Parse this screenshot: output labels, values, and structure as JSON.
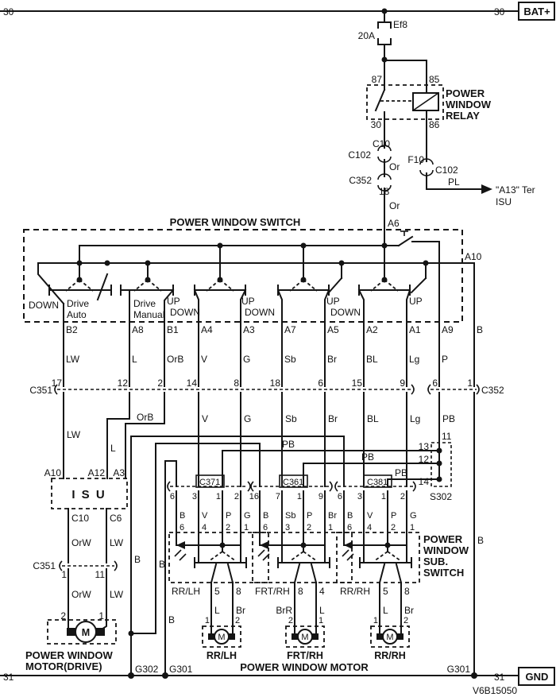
{
  "power": {
    "left30": "30",
    "right30": "30",
    "bat": "BAT+"
  },
  "fuse": {
    "name": "Ef8",
    "rating": "20A"
  },
  "relay": {
    "pin87": "87",
    "pin85": "85",
    "pin30": "30",
    "pin86": "86",
    "l1": "POWER",
    "l2": "WINDOW",
    "l3": "RELAY"
  },
  "feed": {
    "c10": "C10",
    "c102a": "C102",
    "or1": "Or",
    "c352": "C352",
    "pin18": "18",
    "or2": "Or",
    "a6": "A6",
    "f10": "F10",
    "c102b": "C102",
    "pl": "PL",
    "a13": "\"A13\" Ter",
    "isu": "ISU"
  },
  "mainswitch": {
    "title": "POWER WINDOW SWITCH",
    "a10": "A10",
    "down0": "DOWN",
    "drive1": "Drive",
    "auto1": "Auto",
    "drive2": "Drive",
    "manual2": "Manual",
    "up1": "UP",
    "down1": "DOWN",
    "up2": "UP",
    "down2": "DOWN",
    "up3": "UP",
    "down3": "DOWN",
    "up4": "UP",
    "terminals": [
      "B2",
      "A8",
      "B1",
      "A4",
      "A3",
      "A7",
      "A5",
      "A2",
      "A1",
      "A9"
    ],
    "b_out": "B",
    "colors": [
      "LW",
      "L",
      "OrB",
      "V",
      "G",
      "Sb",
      "Br",
      "BL",
      "Lg",
      "P"
    ]
  },
  "c351": {
    "name": "C351",
    "pins": [
      "17",
      "12",
      "2",
      "14",
      "8",
      "18",
      "6",
      "15",
      "9"
    ]
  },
  "c352": {
    "name": "C352",
    "pins": [
      "6",
      "1"
    ]
  },
  "mid": {
    "lw": "LW",
    "l": "L",
    "orb": "OrB",
    "v": "V",
    "g": "G",
    "sb": "Sb",
    "br": "Br",
    "bl": "BL",
    "lg": "Lg",
    "pb": "PB",
    "b_right": "B",
    "bg1": "B",
    "bg2": "B",
    "bg3": "B"
  },
  "s302": {
    "pin11": "11",
    "pin13": "13",
    "pin12": "12",
    "pin14": "14",
    "pb1": "PB",
    "pb2": "PB",
    "pb3": "PB",
    "name": "S302"
  },
  "isu": {
    "a10": "A10",
    "a12": "A12",
    "a3": "A3",
    "name": "I S U",
    "c10": "C10",
    "c6": "C6",
    "orw1": "OrW",
    "lw1": "LW",
    "conn": "C351",
    "pin1": "1",
    "pin11": "11",
    "orw2": "OrW",
    "lw2": "LW",
    "pin2": "2",
    "pin1b": "1",
    "m": "M",
    "label1": "POWER WINDOW",
    "label2": "MOTOR(DRIVE)"
  },
  "subswitch": {
    "label": [
      "POWER",
      "WINDOW",
      "SUB.",
      "SWITCH"
    ],
    "m": "M",
    "motor_title": "POWER WINDOW MOTOR",
    "units": [
      {
        "conn": "C371",
        "pins": [
          "6",
          "3",
          "1",
          "2"
        ],
        "colors": [
          "B",
          "V",
          "P",
          "G"
        ],
        "swpins": [
          "6",
          "4",
          "2",
          "1"
        ],
        "name": "RR/LH",
        "outpins": [
          "5",
          "8"
        ],
        "outcolors": [
          "L",
          "Br"
        ],
        "motorpins": [
          "1",
          "2"
        ],
        "motorname": "RR/LH"
      },
      {
        "conn": "C361",
        "pins": [
          "16",
          "7",
          "1",
          "9"
        ],
        "colors": [
          "B",
          "Sb",
          "P",
          "Br"
        ],
        "swpins": [
          "6",
          "3",
          "2",
          "1"
        ],
        "name": "FRT/RH",
        "outpins": [
          "8",
          "4"
        ],
        "outcolors": [
          "BrR",
          "L"
        ],
        "motorpins": [
          "2",
          "1"
        ],
        "motorname": "FRT/RH"
      },
      {
        "conn": "C381",
        "pins": [
          "6",
          "3",
          "1",
          "2"
        ],
        "colors": [
          "B",
          "V",
          "P",
          "G"
        ],
        "swpins": [
          "6",
          "4",
          "2",
          "1"
        ],
        "name": "RR/RH",
        "outpins": [
          "5",
          "8"
        ],
        "outcolors": [
          "L",
          "Br"
        ],
        "motorpins": [
          "1",
          "2"
        ],
        "motorname": "RR/RH"
      }
    ]
  },
  "ground": {
    "g302": "G302",
    "g301a": "G301",
    "g301b": "G301",
    "left31": "31",
    "right31": "31",
    "gnd": "GND"
  },
  "doc": {
    "code": "V6B15050"
  }
}
